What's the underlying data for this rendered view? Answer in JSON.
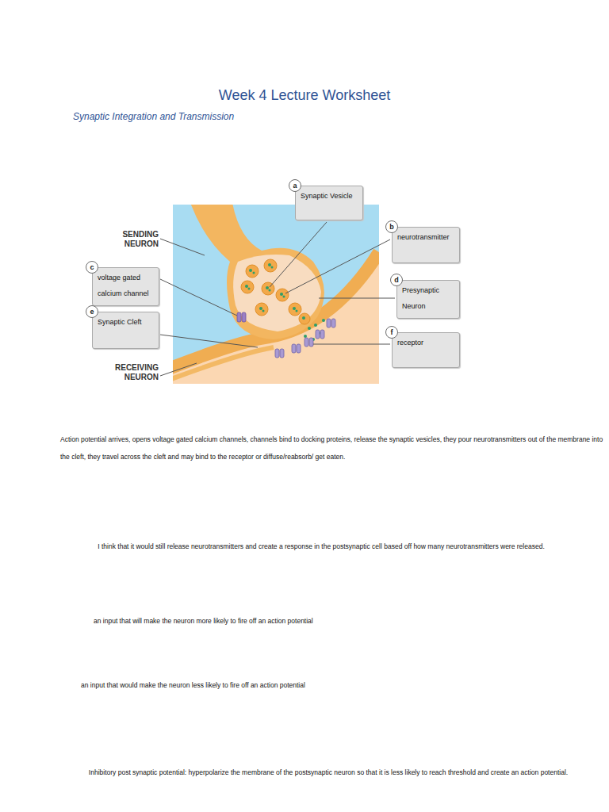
{
  "diagram": {
    "title": "Week 4 Lecture Worksheet",
    "nodes": [
      {
        "text": [
          "a",
          "Synaptic Vesicle"
        ]
      },
      {
        "text": [
          "b",
          "neurotransmitter"
        ]
      },
      {
        "text": [
          "c",
          "voltage gated calcium channel"
        ]
      },
      {
        "text": [
          "d",
          "Presynaptic Neuron"
        ]
      },
      {
        "text": [
          "e",
          "Synaptic Cleft"
        ]
      },
      {
        "text": [
          "f",
          "receptor"
        ]
      }
    ],
    "labels": [
      "Synaptic Integration and Transmission",
      "SENDING NEURON",
      "RECEIVING NEURON",
      "Action potential arrives, opens voltage gated calcium channels, channels bind to docking proteins, release the synaptic vesicles, they pour neurotransmitters out of the membrane into the cleft, they travel across the cleft and may bind to the receptor or diffuse/reabsorb/ get eaten.",
      "I think that it would still release neurotransmitters and create a response in the postsynaptic cell based off how many neurotransmitters were released.",
      "an input that will make the neuron more likely to fire off an action potential",
      "an input that would make the neuron less likely to fire off an action potential",
      "Inhibitory post synaptic potential: hyperpolarize the membrane of the postsynaptic neuron so that it is less likely to reach threshold and create an action potential."
    ]
  }
}
